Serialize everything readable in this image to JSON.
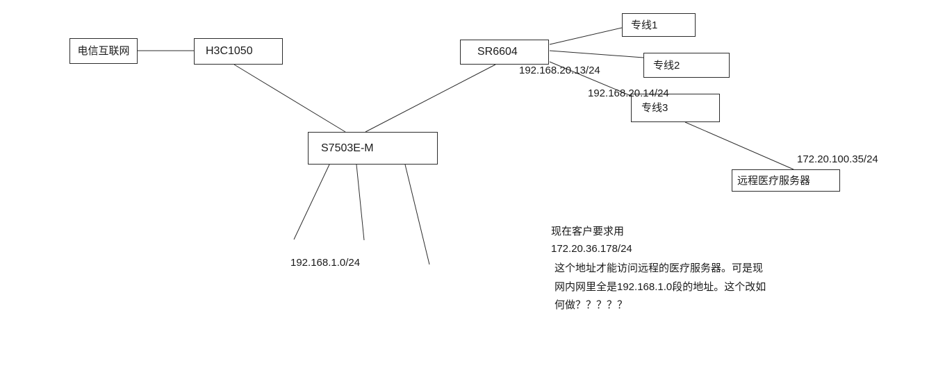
{
  "canvas": {
    "background": "#ffffff",
    "stroke_color": "#2b2b2b",
    "text_color": "#1a1a1a"
  },
  "nodes": {
    "telecom_internet": {
      "label": "电信互联网"
    },
    "h3c1050": {
      "label": "H3C1050"
    },
    "sr6604": {
      "label": "SR6604"
    },
    "leased_line_1": {
      "label": "专线1"
    },
    "leased_line_2": {
      "label": "专线2"
    },
    "leased_line_3": {
      "label": "专线3"
    },
    "s7503em": {
      "label": "S7503E-M"
    },
    "remote_medical_server": {
      "label": "远程医疗服务器"
    }
  },
  "ip_labels": {
    "sr6604_wan1": "192.168.20.13/24",
    "sr6604_wan2": "192.168.20.14/24",
    "remote_server_ip": "172.20.100.35/24",
    "lan_segment": "192.168.1.0/24"
  },
  "edges": [
    {
      "from": "telecom_internet",
      "to": "h3c1050"
    },
    {
      "from": "h3c1050",
      "to": "s7503em"
    },
    {
      "from": "sr6604",
      "to": "s7503em"
    },
    {
      "from": "sr6604",
      "to": "leased_line_1"
    },
    {
      "from": "sr6604",
      "to": "leased_line_2"
    },
    {
      "from": "sr6604",
      "to": "leased_line_3"
    },
    {
      "from": "leased_line_3",
      "to": "remote_medical_server"
    },
    {
      "from": "s7503em",
      "to": "lan_drop_1"
    },
    {
      "from": "s7503em",
      "to": "lan_drop_2"
    },
    {
      "from": "s7503em",
      "to": "lan_drop_3"
    }
  ],
  "note": {
    "line1": "现在客户要求用",
    "line2": "172.20.36.178/24",
    "line3": "这个地址才能访问远程的医疗服务器。可是现",
    "line4": "网内网里全是192.168.1.0段的地址。这个改如",
    "line5": "何做？？？？？"
  }
}
